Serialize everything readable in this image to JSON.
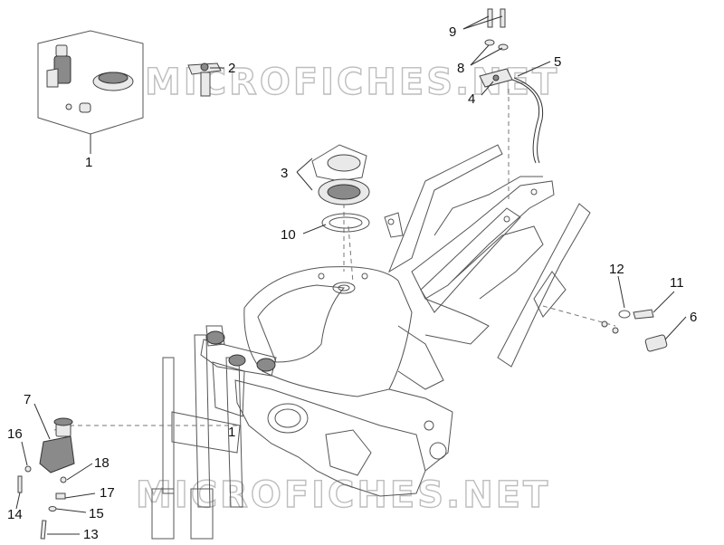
{
  "watermarks": [
    "MICROFICHES.NET",
    "MICROFICHES.NET"
  ],
  "callouts": {
    "c1": "1",
    "c2": "2",
    "c3": "3",
    "c4": "4",
    "c5": "5",
    "c6": "6",
    "c7": "7",
    "c8": "8",
    "c9": "9",
    "c10": "10",
    "c11": "11",
    "c12": "12",
    "c13": "13",
    "c14": "14",
    "c15": "15",
    "c16": "16",
    "c17": "17",
    "c18": "18",
    "c1_frame": "1"
  }
}
